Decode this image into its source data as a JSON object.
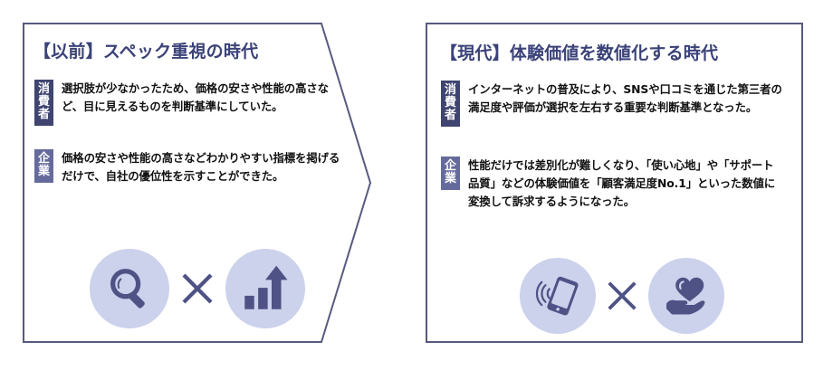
{
  "page": {
    "background_color": "#ffffff",
    "accent_navy": "#3b4278",
    "border_color": "#575a7e",
    "badge_dark": "#3f4470",
    "badge_light": "#656a9c",
    "icon_circle_fill": "#ccd1ec",
    "icon_glyph_color": "#4e5285",
    "body_text_color": "#111111"
  },
  "panels": [
    {
      "id": "past",
      "shape": "right-pointing-arrow-outline",
      "title": "【以前】スペック重視の時代",
      "rows": [
        {
          "badge_label": "消費者",
          "badge_chars": [
            "消",
            "費",
            "者"
          ],
          "badge_variant": "dark",
          "text": "選択肢が少なかったため、価格の安さや性能の高さなど、目に見えるものを判断基準にしていた。"
        },
        {
          "badge_label": "企業",
          "badge_chars": [
            "企",
            "業"
          ],
          "badge_variant": "light",
          "text": "価格の安さや性能の高さなどわかりやすい指標を掲げるだけで、自社の優位性を示すことができた。"
        }
      ],
      "icons": {
        "left_icon_name": "magnifying-glass-icon",
        "operator": "×",
        "operator_name": "multiplication-sign",
        "right_icon_name": "bar-chart-growth-arrow-icon"
      }
    },
    {
      "id": "present",
      "shape": "rectangle-outline",
      "title": "【現代】体験価値を数値化する時代",
      "rows": [
        {
          "badge_label": "消費者",
          "badge_chars": [
            "消",
            "費",
            "者"
          ],
          "badge_variant": "dark",
          "text": "インターネットの普及により、SNSや口コミを通じた第三者の満足度や評価が選択を左右する重要な判断基準となった。"
        },
        {
          "badge_label": "企業",
          "badge_chars": [
            "企",
            "業"
          ],
          "badge_variant": "light",
          "text": "性能だけでは差別化が難しくなり、「使い心地」や「サポート品質」などの体験価値を「顧客満足度No.1」といった数値に変換して訴求するようになった。"
        }
      ],
      "icons": {
        "left_icon_name": "smartphone-signal-icon",
        "operator": "×",
        "operator_name": "multiplication-sign",
        "right_icon_name": "hand-holding-heart-icon"
      }
    }
  ]
}
